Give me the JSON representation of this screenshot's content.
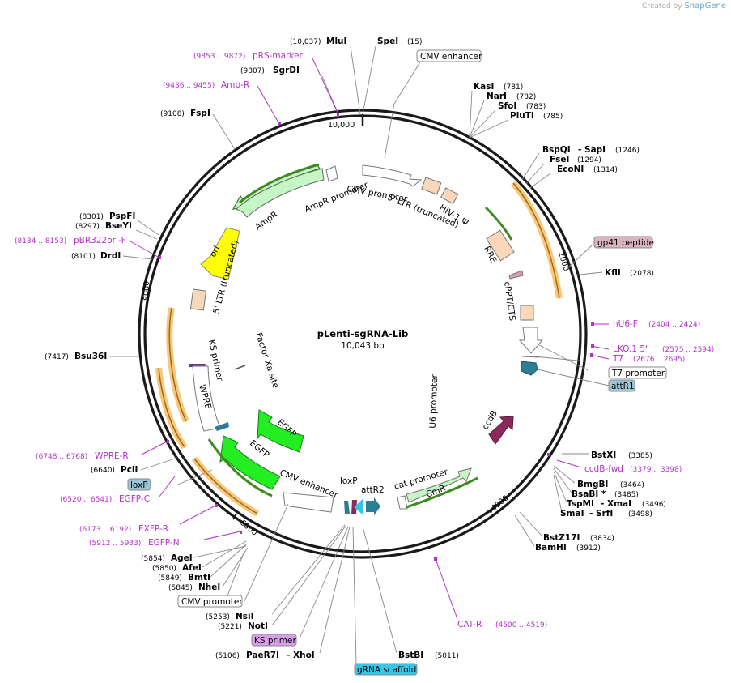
{
  "credit": {
    "prefix": "Created by",
    "brand": "SnapGene"
  },
  "plasmid": {
    "name": "pLenti-sgRNA-Lib",
    "size": "10,043 bp"
  },
  "ticks": [
    "10,000",
    "2000",
    "4000",
    "6000",
    "8000"
  ],
  "site_labels": [
    {
      "name": "MluI",
      "pos": "(10,037)"
    },
    {
      "name": "SpeI",
      "pos": "(15)"
    },
    {
      "name": "SgrDI",
      "pos": "(9807)"
    },
    {
      "name": "FspI",
      "pos": "(9108)"
    },
    {
      "name": "KasI",
      "pos": "(781)"
    },
    {
      "name": "NarI",
      "pos": "(782)"
    },
    {
      "name": "SfoI",
      "pos": "(783)"
    },
    {
      "name": "PluTI",
      "pos": "(785)"
    },
    {
      "name": "BspQI",
      "sep": "- SapI",
      "pos": "(1246)"
    },
    {
      "name": "FseI",
      "pos": "(1294)"
    },
    {
      "name": "EcoNI",
      "pos": "(1314)"
    },
    {
      "name": "KflI",
      "pos": "(2078)"
    },
    {
      "name": "PspFI",
      "pos": "(8301)"
    },
    {
      "name": "BseYI",
      "pos": "(8297)"
    },
    {
      "name": "DrdI",
      "pos": "(8101)"
    },
    {
      "name": "Bsu36I",
      "pos": "(7417)"
    },
    {
      "name": "PciI",
      "pos": "(6640)"
    },
    {
      "name": "AgeI",
      "pos": "(5854)"
    },
    {
      "name": "AfeI",
      "pos": "(5850)"
    },
    {
      "name": "BmtI",
      "pos": "(5849)"
    },
    {
      "name": "NheI",
      "pos": "(5845)"
    },
    {
      "name": "NsiI",
      "pos": "(5253)"
    },
    {
      "name": "NotI",
      "pos": "(5221)"
    },
    {
      "name": "PaeR7I",
      "sep": "- XhoI",
      "pos": "(5106)"
    },
    {
      "name": "BstBI",
      "pos": "(5011)"
    },
    {
      "name": "BstXI",
      "pos": "(3385)"
    },
    {
      "name": "BmgBI",
      "pos": "(3464)"
    },
    {
      "name": "BsaBI *",
      "pos": "(3485)"
    },
    {
      "name": "TspMI",
      "sep": "- XmaI",
      "pos": "(3496)"
    },
    {
      "name": "SmaI",
      "sep": "- SrfI",
      "pos": "(3498)"
    },
    {
      "name": "BstZ17I",
      "pos": "(3834)"
    },
    {
      "name": "BamHI",
      "pos": "(3912)"
    }
  ],
  "primers": [
    {
      "name": "pRS-marker",
      "pos": "(9853 .. 9872)"
    },
    {
      "name": "Amp-R",
      "pos": "(9436 .. 9455)"
    },
    {
      "name": "pBR322ori-F",
      "pos": "(8134 .. 8153)"
    },
    {
      "name": "WPRE-R",
      "pos": "(6748 .. 6768)"
    },
    {
      "name": "EGFP-C",
      "pos": "(6520 .. 6541)"
    },
    {
      "name": "EXFP-R",
      "pos": "(6173 .. 6192)"
    },
    {
      "name": "EGFP-N",
      "pos": "(5912 .. 5933)"
    },
    {
      "name": "hU6-F",
      "pos": "(2404 .. 2424)"
    },
    {
      "name": "LKO.1 5'",
      "pos": "(2575 .. 2594)"
    },
    {
      "name": "T7",
      "pos": "(2676 .. 2695)"
    },
    {
      "name": "ccdB-fwd",
      "pos": "(3379 .. 3398)"
    },
    {
      "name": "CAT-R",
      "pos": "(4500 .. 4519)"
    }
  ],
  "boxed_labels": [
    {
      "text": "CMV enhancer",
      "bg": "#ffffff"
    },
    {
      "text": "gp41 peptide",
      "bg": "#d9b3bd"
    },
    {
      "text": "T7 promoter",
      "bg": "#ffffff"
    },
    {
      "text": "attR1",
      "bg": "#9dc6d6"
    },
    {
      "text": "loxP",
      "bg": "#9dc6d6"
    },
    {
      "text": "CMV promoter",
      "bg": "#ffffff"
    },
    {
      "text": "KS primer",
      "bg": "#d9a0e8"
    },
    {
      "text": "gRNA scaffold",
      "bg": "#37c6e6"
    }
  ],
  "features": [
    {
      "text": "CMV promoter"
    },
    {
      "text": "5' LTR (truncated)"
    },
    {
      "text": "HIV-1 Ψ"
    },
    {
      "text": "AmpR promoter"
    },
    {
      "text": "AmpR"
    },
    {
      "text": "ori"
    },
    {
      "text": "5' LTR (truncated)"
    },
    {
      "text": "RRE"
    },
    {
      "text": "cPPT/CTS"
    },
    {
      "text": "U6 promoter"
    },
    {
      "text": "KS primer"
    },
    {
      "text": "Factor Xa site"
    },
    {
      "text": "WPRE"
    },
    {
      "text": "EGFP"
    },
    {
      "text": "EGFP"
    },
    {
      "text": "CMV enhancer"
    },
    {
      "text": "loxP"
    },
    {
      "text": "attR2"
    },
    {
      "text": "cat promoter"
    },
    {
      "text": "CmR"
    },
    {
      "text": "ccdB"
    }
  ],
  "colors": {
    "backbone": "#1a1a1a",
    "primer": "#b630cc",
    "promoter_fill": "#ffffff",
    "ltr_fill": "#f8d8b8",
    "ampr_fill": "#c6f5c6",
    "ori_fill": "#ffff00",
    "egfp_fill": "#22ee22",
    "ccdb_fill": "#8b2a5a",
    "teal": "#2e7d96",
    "cyan": "#2fc6e6",
    "orange_band": "#f5c87a"
  }
}
